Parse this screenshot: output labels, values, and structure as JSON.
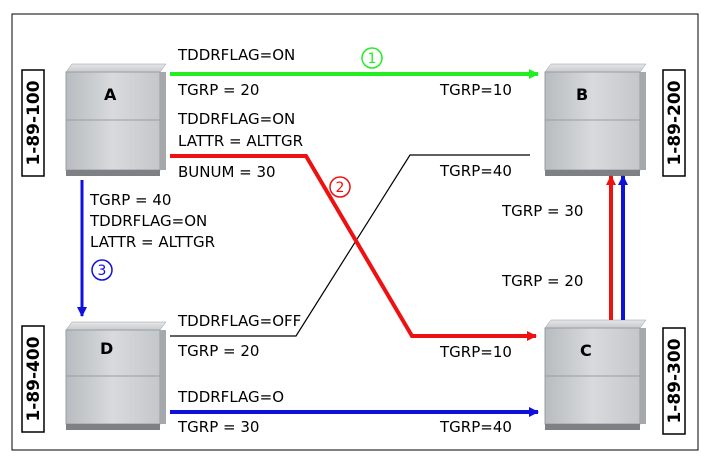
{
  "nodes": {
    "A": {
      "letter": "A",
      "number": "1-89-100"
    },
    "B": {
      "letter": "B",
      "number": "1-89-200"
    },
    "C": {
      "letter": "C",
      "number": "1-89-300"
    },
    "D": {
      "letter": "D",
      "number": "1-89-400"
    }
  },
  "connections": {
    "green": {
      "marker": "1",
      "color": "#22ee22",
      "src_labels": [
        "TDDRFLAG=ON",
        "TGRP = 20"
      ],
      "dst_label": "TGRP=10"
    },
    "red": {
      "marker": "2",
      "color": "#ee1111",
      "src_labels": [
        "TDDRFLAG=ON",
        "LATTR = ALTTGR",
        "BUNUM = 30"
      ],
      "dst_label": "TGRP=10"
    },
    "blue_vertical": {
      "marker": "3",
      "color": "#1010dd",
      "labels": [
        "TGRP = 40",
        "TDDRFLAG=ON",
        "LATTR = ALTTGR"
      ]
    },
    "black": {
      "color": "#000000",
      "src_labels": [
        "TDDRFLAG=OFF",
        "TGRP = 20"
      ],
      "dst_label": "TGRP=40"
    },
    "blue_bottom": {
      "color": "#1010dd",
      "src_labels": [
        "TDDRFLAG=O",
        "TGRP = 30"
      ],
      "dst_label": "TGRP=40"
    },
    "c_to_b": {
      "labels": [
        "TGRP = 30",
        "TGRP = 20"
      ]
    }
  }
}
